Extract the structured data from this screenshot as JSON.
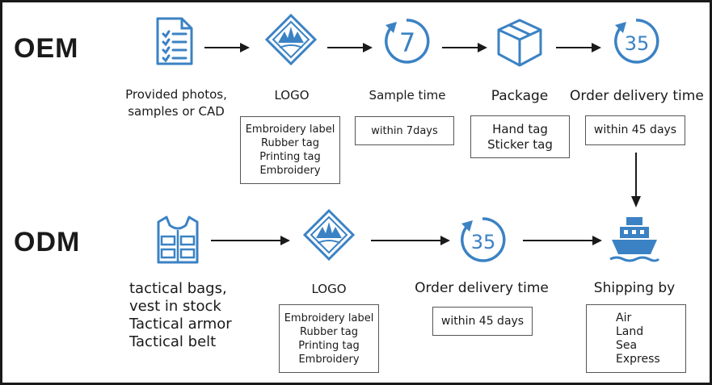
{
  "colors": {
    "icon_blue": "#3b82c4",
    "text": "#1a1a1a",
    "border": "#555555"
  },
  "oem": {
    "label": "OEM",
    "steps": [
      {
        "icon": "document-checklist-icon",
        "caption": "Provided photos,\nsamples or CAD"
      },
      {
        "icon": "logo-diamond-icon",
        "caption": "LOGO",
        "details": [
          "Embroidery label",
          "Rubber tag",
          "Printing tag",
          "Embroidery"
        ]
      },
      {
        "icon": "timer-7-icon",
        "icon_text": "7",
        "caption": "Sample time",
        "details": [
          "within 7days"
        ]
      },
      {
        "icon": "package-box-icon",
        "caption": "Package",
        "details": [
          "Hand tag",
          "Sticker tag"
        ]
      },
      {
        "icon": "timer-35-icon",
        "icon_text": "35",
        "caption": "Order delivery time",
        "details": [
          "within 45 days"
        ]
      }
    ]
  },
  "odm": {
    "label": "ODM",
    "steps": [
      {
        "icon": "tactical-vest-icon",
        "caption_lines": [
          "tactical bags,",
          "vest in stock",
          "Tactical armor",
          "Tactical belt"
        ]
      },
      {
        "icon": "logo-diamond-icon",
        "caption": "LOGO",
        "details": [
          "Embroidery label",
          "Rubber tag",
          "Printing tag",
          "Embroidery"
        ]
      },
      {
        "icon": "timer-35-icon",
        "icon_text": "35",
        "caption": "Order delivery time",
        "details": [
          "within 45 days"
        ]
      },
      {
        "icon": "ship-icon",
        "caption": "Shipping by",
        "details": [
          "Air",
          "Land",
          "Sea",
          "Express"
        ]
      }
    ]
  }
}
